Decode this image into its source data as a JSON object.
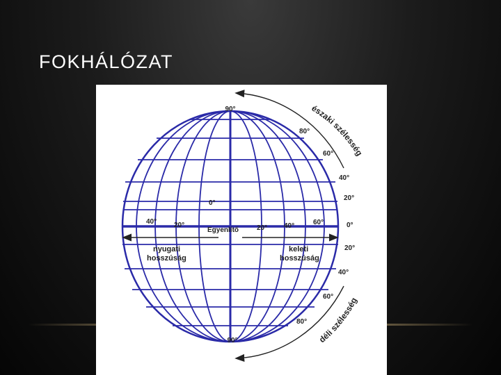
{
  "slide": {
    "title": "FOKHÁLÓZAT"
  },
  "globe": {
    "line_color": "#2a2aa8",
    "pole_labels": {
      "north": "90°",
      "south": "90°"
    },
    "prime_meridian_label": "0°",
    "equator": {
      "name": "Egyenlítő",
      "west_labels": [
        "40°",
        "20°"
      ],
      "east_labels": [
        "20°",
        "40°",
        "60°"
      ],
      "right_label": "0°"
    },
    "latitude_labels_north": [
      "80°",
      "60°",
      "40°",
      "20°"
    ],
    "latitude_labels_south": [
      "20°",
      "40°",
      "60°",
      "80°"
    ],
    "west_longitude": [
      "nyugati",
      "hosszúság"
    ],
    "east_longitude": [
      "keleti",
      "hosszúság"
    ],
    "north_latitude": "északi szélesség",
    "south_latitude": "déli szélesség"
  }
}
